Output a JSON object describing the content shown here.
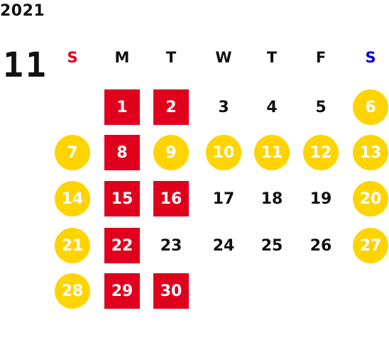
{
  "year": "2021",
  "month": "11",
  "weekdays": [
    {
      "label": "S",
      "color": "#e0001e"
    },
    {
      "label": "M",
      "color": "#111111"
    },
    {
      "label": "T",
      "color": "#111111"
    },
    {
      "label": "W",
      "color": "#111111"
    },
    {
      "label": "T",
      "color": "#111111"
    },
    {
      "label": "F",
      "color": "#111111"
    },
    {
      "label": "S",
      "color": "#0000cc"
    }
  ],
  "legend_colors": {
    "red": "#e0001e",
    "yellow": "#ffd400"
  },
  "weeks": [
    [
      null,
      {
        "n": "1",
        "mark": "red"
      },
      {
        "n": "2",
        "mark": "red"
      },
      {
        "n": "3",
        "mark": "plain"
      },
      {
        "n": "4",
        "mark": "plain"
      },
      {
        "n": "5",
        "mark": "plain"
      },
      {
        "n": "6",
        "mark": "yellow"
      }
    ],
    [
      {
        "n": "7",
        "mark": "yellow"
      },
      {
        "n": "8",
        "mark": "red"
      },
      {
        "n": "9",
        "mark": "yellow"
      },
      {
        "n": "10",
        "mark": "yellow"
      },
      {
        "n": "11",
        "mark": "yellow"
      },
      {
        "n": "12",
        "mark": "yellow"
      },
      {
        "n": "13",
        "mark": "yellow"
      }
    ],
    [
      {
        "n": "14",
        "mark": "yellow"
      },
      {
        "n": "15",
        "mark": "red"
      },
      {
        "n": "16",
        "mark": "red"
      },
      {
        "n": "17",
        "mark": "plain"
      },
      {
        "n": "18",
        "mark": "plain"
      },
      {
        "n": "19",
        "mark": "plain"
      },
      {
        "n": "20",
        "mark": "yellow"
      }
    ],
    [
      {
        "n": "21",
        "mark": "yellow"
      },
      {
        "n": "22",
        "mark": "red"
      },
      {
        "n": "23",
        "mark": "plain"
      },
      {
        "n": "24",
        "mark": "plain"
      },
      {
        "n": "25",
        "mark": "plain"
      },
      {
        "n": "26",
        "mark": "plain"
      },
      {
        "n": "27",
        "mark": "yellow"
      }
    ],
    [
      {
        "n": "28",
        "mark": "yellow"
      },
      {
        "n": "29",
        "mark": "red"
      },
      {
        "n": "30",
        "mark": "red"
      },
      null,
      null,
      null,
      null
    ]
  ]
}
